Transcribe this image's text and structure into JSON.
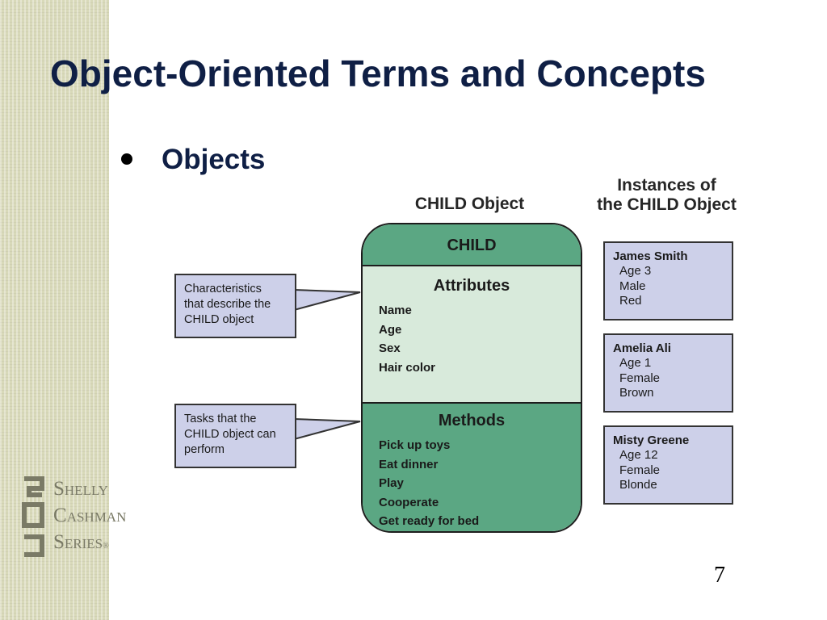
{
  "title": "Object-Oriented Terms and Concepts",
  "bullet": "Objects",
  "diagram": {
    "object_heading": "CHILD Object",
    "instances_heading": [
      "Instances of",
      "the CHILD Object"
    ],
    "object": {
      "name": "CHILD",
      "attributes_title": "Attributes",
      "attributes": [
        "Name",
        "Age",
        "Sex",
        "Hair color"
      ],
      "methods_title": "Methods",
      "methods": [
        "Pick up toys",
        "Eat dinner",
        "Play",
        "Cooperate",
        "Get ready for bed"
      ]
    },
    "callouts": [
      {
        "lines": [
          "Characteristics",
          "that describe the",
          "CHILD object"
        ]
      },
      {
        "lines": [
          "Tasks that the",
          "CHILD object can",
          "perform"
        ]
      }
    ],
    "instances": [
      {
        "name": "James Smith",
        "details": [
          "Age 3",
          "Male",
          "Red"
        ]
      },
      {
        "name": "Amelia Ali",
        "details": [
          "Age 1",
          "Female",
          "Brown"
        ]
      },
      {
        "name": "Misty Greene",
        "details": [
          "Age 12",
          "Female",
          "Blonde"
        ]
      }
    ]
  },
  "logo": {
    "lines": [
      "Shelly",
      "Cashman",
      "Series"
    ],
    "registered": "®"
  },
  "page_number": "7",
  "colors": {
    "title": "#0f1f45",
    "object_green": "#5ba783",
    "attribute_fill": "#d8eadb",
    "box_fill": "#cdd0e9",
    "sidebar": "#d8d9b9"
  }
}
